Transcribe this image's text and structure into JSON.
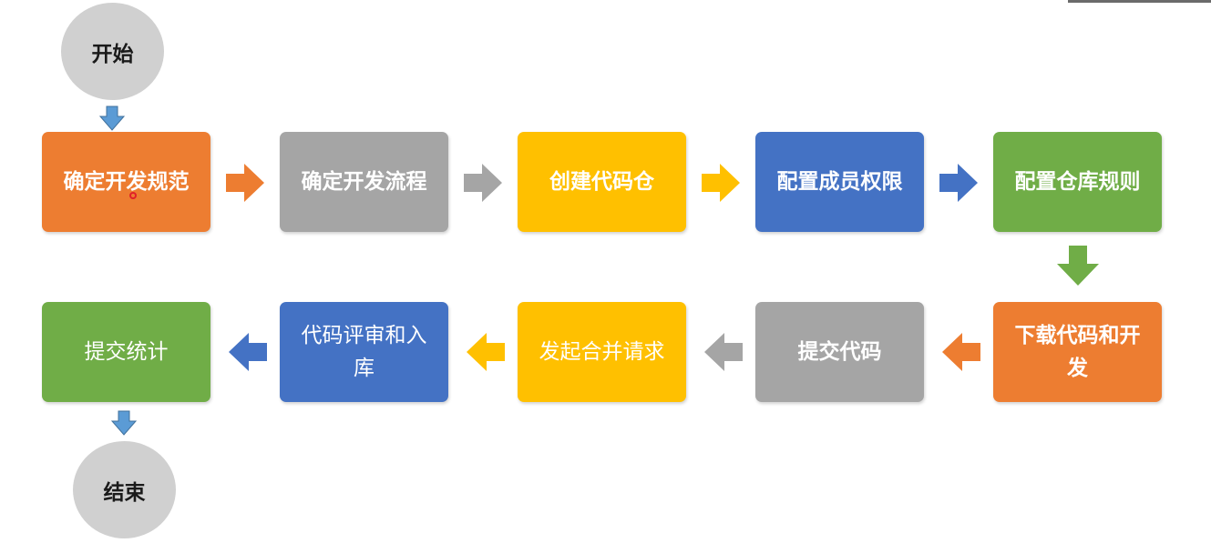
{
  "start": {
    "label": "开始"
  },
  "end": {
    "label": "结束"
  },
  "steps": [
    {
      "label": "确定开发规范",
      "color": "#ed7d31"
    },
    {
      "label": "确定开发流程",
      "color": "#a5a5a5"
    },
    {
      "label": "创建代码仓",
      "color": "#ffc000"
    },
    {
      "label": "配置成员权限",
      "color": "#4472c4"
    },
    {
      "label": "配置仓库规则",
      "color": "#70ad47"
    },
    {
      "label": "下载代码和开发",
      "color": "#ed7d31"
    },
    {
      "label": "提交代码",
      "color": "#a5a5a5"
    },
    {
      "label": "发起合并请求",
      "color": "#ffc000"
    },
    {
      "label": "代码评审和入库",
      "color": "#4472c4"
    },
    {
      "label": "提交统计",
      "color": "#70ad47"
    }
  ]
}
